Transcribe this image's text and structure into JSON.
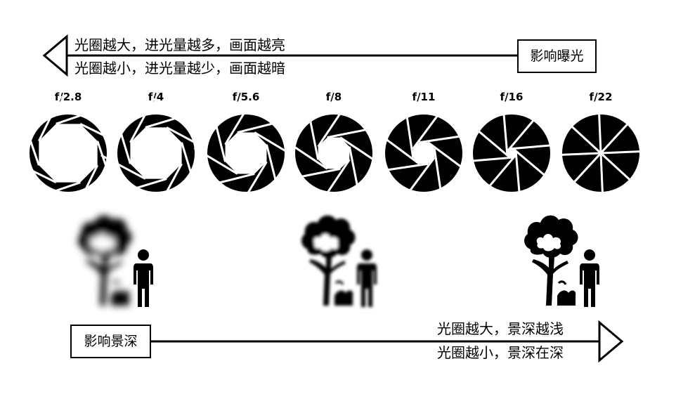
{
  "exposure": {
    "label": "影响曝光",
    "line1": "光圈越大，进光量越多，画面越亮",
    "line2": "光圈越小，进光量越少，画面越暗"
  },
  "depth": {
    "label": "影响景深",
    "line1": "光圈越大，景深越浅",
    "line2": "光圈越小，景深在深"
  },
  "apertures": [
    {
      "label": "f/2.8",
      "open": 0.82
    },
    {
      "label": "f/4",
      "open": 0.72
    },
    {
      "label": "f/5.6",
      "open": 0.58
    },
    {
      "label": "f/8",
      "open": 0.44
    },
    {
      "label": "f/11",
      "open": 0.3
    },
    {
      "label": "f/16",
      "open": 0.12
    },
    {
      "label": "f/22",
      "open": 0.0
    }
  ],
  "scenes": [
    {
      "blur": "strong"
    },
    {
      "blur": "slight"
    },
    {
      "blur": "none"
    }
  ],
  "colors": {
    "ink": "#000000",
    "background": "#ffffff"
  }
}
